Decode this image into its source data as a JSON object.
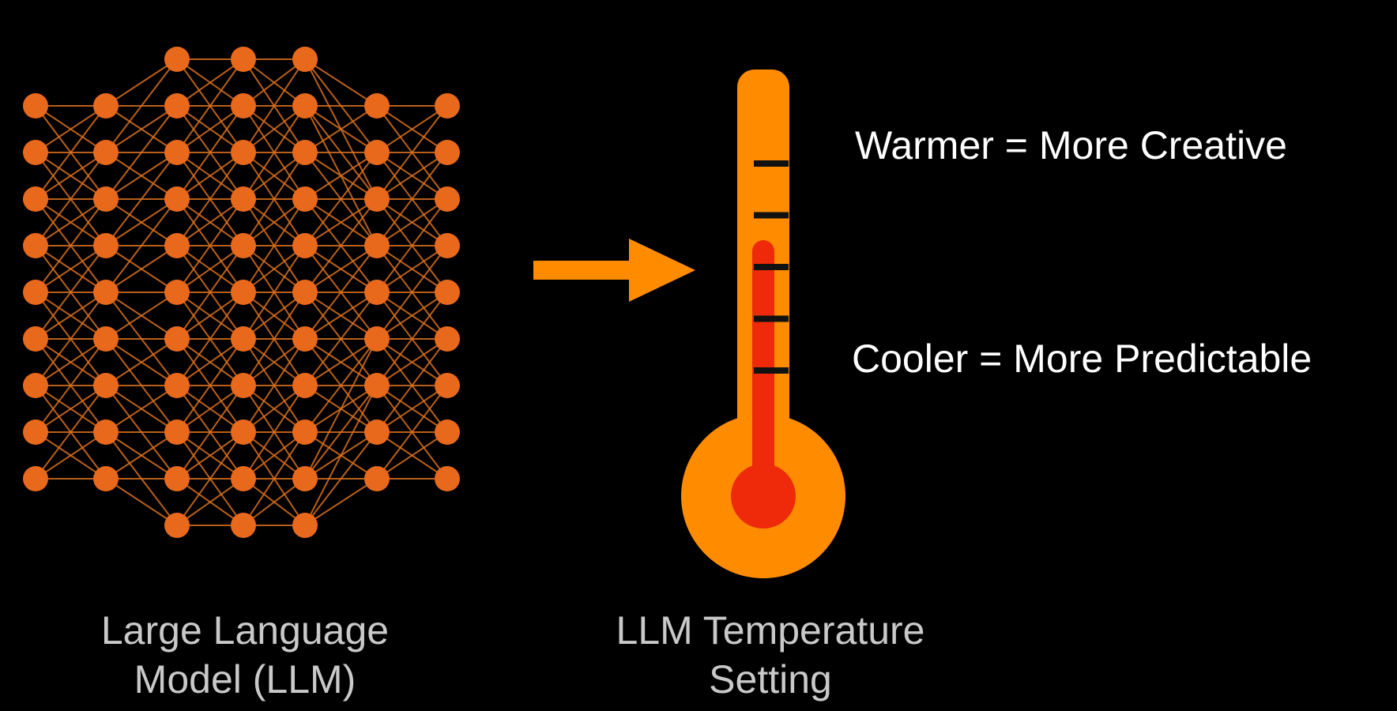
{
  "colors": {
    "background": "#000000",
    "node": "#e8681c",
    "edge": "#d9701f",
    "arrow": "#ff8c00",
    "thermometer_body": "#ff8c00",
    "thermometer_mercury": "#ee2a0a",
    "tick": "#111111",
    "caption_text": "#c9c9c9",
    "label_text": "#ffffff"
  },
  "icons": {
    "network": "neural-network-icon",
    "arrow": "arrow-right-icon",
    "thermometer": "thermometer-icon"
  },
  "network": {
    "layer_node_counts": [
      9,
      9,
      11,
      11,
      11,
      9,
      9
    ],
    "caption_line1": "Large Language",
    "caption_line2": "Model (LLM)"
  },
  "thermometer": {
    "mercury_level": 0.6,
    "tick_count": 5,
    "caption_line1": "LLM Temperature",
    "caption_line2": "Setting"
  },
  "labels": {
    "warmer": "Warmer = More Creative",
    "cooler": "Cooler = More Predictable"
  }
}
